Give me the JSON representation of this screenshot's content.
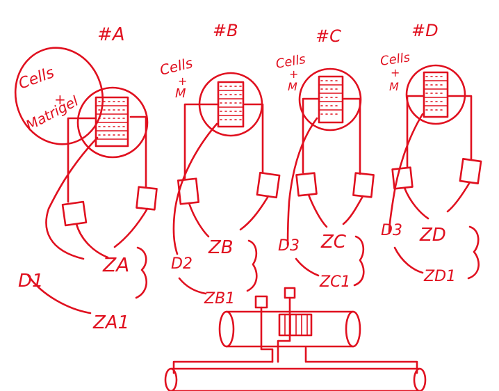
{
  "colors": {
    "ink": "#e0101f",
    "background": "#ffffff"
  },
  "columns": [
    {
      "heading": "#A",
      "note_line1": "Cells",
      "note_line2": "+",
      "note_line3": "Matrigel",
      "connector_label": "D1",
      "zone_label": "ZA",
      "subzone_label": "ZA1"
    },
    {
      "heading": "#B",
      "note_line1": "Cells",
      "note_line2": "+",
      "note_line3": "M",
      "connector_label": "D2",
      "zone_label": "ZB",
      "subzone_label": "ZB1"
    },
    {
      "heading": "#C",
      "note_line1": "Cells",
      "note_line2": "+",
      "note_line3": "M",
      "connector_label": "D3",
      "zone_label": "ZC",
      "subzone_label": "ZC1"
    },
    {
      "heading": "#D",
      "note_line1": "Cells",
      "note_line2": "+",
      "note_line3": "M",
      "connector_label": "D3",
      "zone_label": "ZD",
      "subzone_label": "ZD1"
    }
  ]
}
